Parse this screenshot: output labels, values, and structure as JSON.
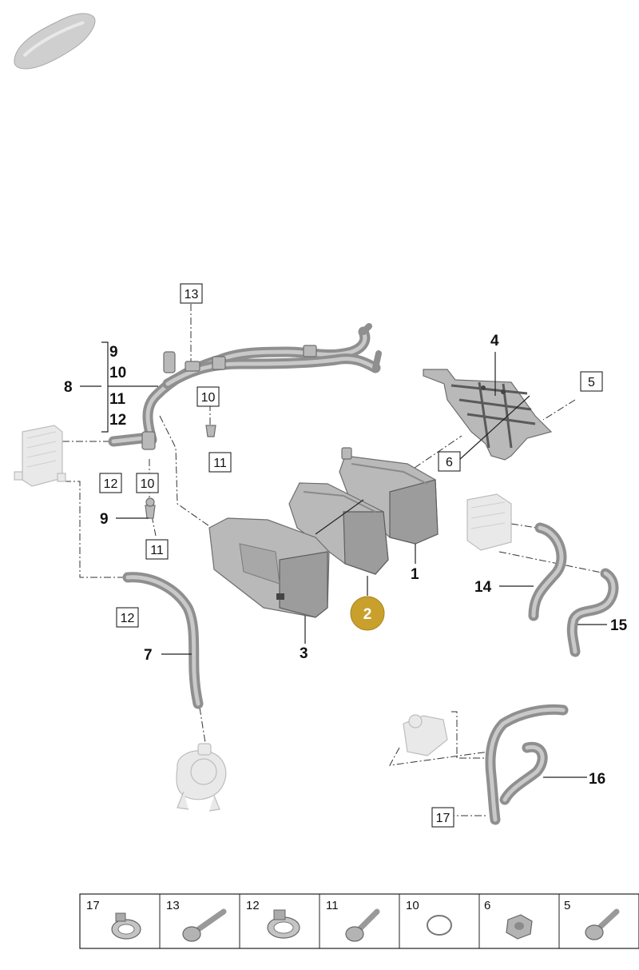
{
  "callouts": {
    "p1": "1",
    "p2": "2",
    "p3": "3",
    "p4": "4",
    "p5": "5",
    "p6": "6",
    "p7": "7",
    "p8": "8",
    "p9a": "9",
    "p10a": "10",
    "p11a": "11",
    "p12a": "12",
    "p9b": "9",
    "p10b": "10",
    "p11b": "11",
    "p12b": "12",
    "p10c": "10",
    "p11c": "11",
    "p13": "13",
    "p14": "14",
    "p15": "15",
    "p16": "16",
    "p17": "17",
    "p12c": "12"
  },
  "highlight_color": "#c9a02c",
  "parts_table": [
    "17",
    "13",
    "12",
    "11",
    "10",
    "6",
    "5"
  ]
}
